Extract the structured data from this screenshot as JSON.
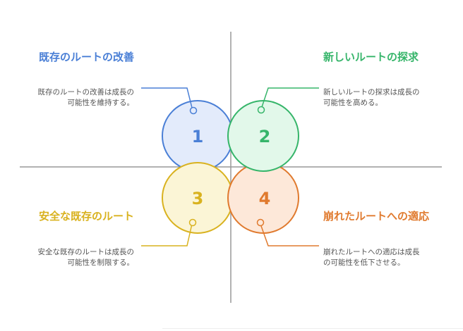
{
  "quadrants": [
    {
      "number": "1",
      "title": "既存のルートの改善",
      "description": "既存のルートの改善は成長の可能性を維持する。",
      "color": "#4a7fd6",
      "fill": "#e3ebfb"
    },
    {
      "number": "2",
      "title": "新しいルートの探求",
      "description": "新しいルートの探求は成長の可能性を高める。",
      "color": "#36b56a",
      "fill": "#e2f8ea"
    },
    {
      "number": "3",
      "title": "安全な既存のルート",
      "description": "安全な既存のルートは成長の可能性を制限する。",
      "color": "#d9b21f",
      "fill": "#fbf5d6"
    },
    {
      "number": "4",
      "title": "崩れたルートへの適応",
      "description": "崩れたルートへの適応は成長の可能性を低下させる。",
      "color": "#e07a2e",
      "fill": "#fde8d9"
    }
  ]
}
